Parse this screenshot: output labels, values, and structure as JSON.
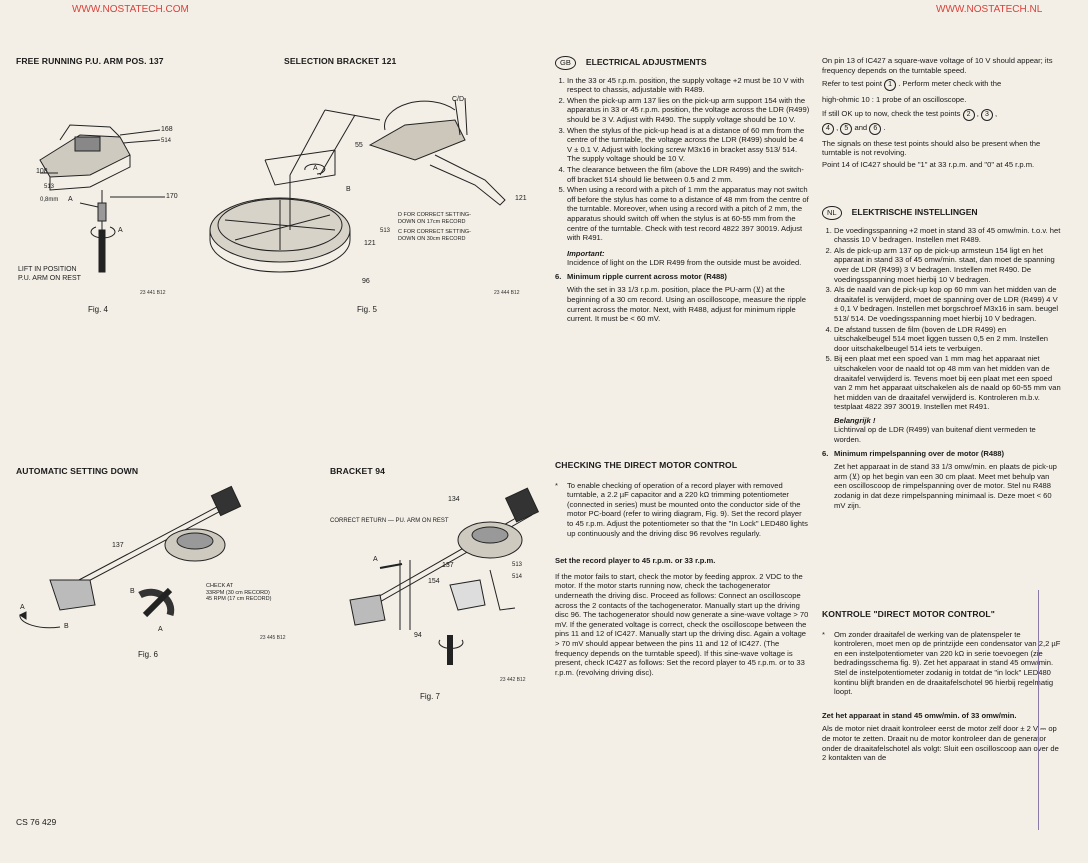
{
  "header": {
    "left_url": "WWW.NOSTATECH.COM",
    "right_url": "WWW.NOSTATECH.NL"
  },
  "figures": {
    "fig4": {
      "title": "FREE RUNNING P.U. ARM POS. 137",
      "caption": "Fig. 4",
      "code": "23 441 B12",
      "labels": {
        "l168": "168",
        "l514": "514",
        "l108": "108",
        "l513": "513",
        "l08": "0,8mm",
        "lA1": "A",
        "l170": "170",
        "lA2": "A"
      },
      "lift": [
        "LIFT IN POSITION",
        "P.U. ARM ON REST"
      ]
    },
    "fig5": {
      "title": "SELECTION BRACKET 121",
      "caption": "Fig. 5",
      "code": "23 444 B12",
      "labels": {
        "cd": "C/D",
        "l55": "55",
        "l513": "513",
        "l121a": "121",
        "l121b": "121",
        "l96": "96",
        "lA": "A",
        "lB": "B"
      },
      "notes": [
        "D FOR CORRECT SETTING-",
        "DOWN ON 17cm RECORD",
        "C FOR CORRECT SETTING-",
        "DOWN ON 30cm RECORD"
      ]
    },
    "fig6": {
      "title": "AUTOMATIC SETTING DOWN",
      "caption": "Fig. 6",
      "code": "23 445 B12",
      "labels": {
        "l137": "137",
        "lA1": "A",
        "lA2": "A",
        "lB1": "B",
        "lB2": "B"
      },
      "check": [
        "CHECK AT",
        "33RPM (30 cm RECORD)",
        "45 RPM (17 cm RECORD)"
      ]
    },
    "fig7": {
      "title": "BRACKET 94",
      "caption": "Fig. 7",
      "code": "23 442 B12",
      "correct": "CORRECT RETURN — PU. ARM ON REST",
      "labels": {
        "l134": "134",
        "l137": "137",
        "l154": "154",
        "l513": "513",
        "l514": "514",
        "l94": "94",
        "lA": "A"
      }
    }
  },
  "footer": {
    "code": "CS 76 429"
  },
  "gb": {
    "badge": "GB",
    "title": "ELECTRICAL ADJUSTMENTS",
    "items": [
      "In the 33 or 45 r.p.m. position, the supply voltage +2 must be 10 V with respect to chassis, adjustable with R489.",
      "When the pick-up arm 137 lies on the pick-up arm support 154 with the apparatus in 33 or 45 r.p.m. position, the voltage across the LDR (R499) should be 3 V. Adjust with R490. The supply voltage should be 10 V.",
      "When the stylus of the pick-up head is at a distance of 60 mm from the centre of the turntable, the voltage across the LDR (R499) should be 4 V ± 0.1 V. Adjust with locking screw M3x16 in bracket assy 513/ 514. The supply voltage should be 10 V.",
      "The clearance between the film (above the LDR R499) and the switch-off bracket 514 should lie between 0.5 and 2 mm.",
      "When using a record with a pitch of 1 mm the apparatus may not switch off before the stylus has come to a distance of 48 mm from the centre of the turntable. Moreover, when using a record with a pitch of 2 mm, the apparatus should switch off when the stylus is at 60-55 mm from the centre of the turntable. Check with test record 4822 397 30019. Adjust with R491."
    ],
    "important_label": "Important:",
    "important_text": "Incidence of light on the LDR R499 from the outside must be avoided.",
    "item6_title": "Minimum ripple current across motor (R488)",
    "item6_text": "With the set in 33 1/3 r.p.m. position, place the PU-arm (⊻) at the beginning of a 30 cm record. Using an oscilloscope, measure the ripple current across the motor. Next, with R488, adjust for minimum ripple current. It must be < 60 mV."
  },
  "check": {
    "title": "CHECKING THE DIRECT MOTOR CONTROL",
    "bullet_text": "To enable checking of operation of a record player with removed turntable, a 2.2 µF capacitor and a 220 kΩ trimming potentiometer (connected in series) must be mounted onto the conductor side of the motor PC-board (refer to wiring diagram, Fig. 9). Set the record player to 45 r.p.m. Adjust the potentiometer so that the \"In Lock\" LED480 lights up continuously and the driving disc 96 revolves regularly.",
    "sub_title": "Set the record player to 45 r.p.m. or 33 r.p.m.",
    "sub_text": "If the motor fails to start, check the motor by feeding approx. 2 VDC to the motor. If the motor starts running now, check the tachogenerator underneath the driving disc. Proceed as follows: Connect an oscilloscope across the 2 contacts of the tachogenerator. Manually start up the driving disc 96. The tachogenerator should now generate a sine-wave voltage > 70 mV. If the generated voltage is correct, check the oscilloscope between the pins 11 and 12 of IC427. Manually start up the driving disc. Again a voltage > 70 mV should appear between the pins 11 and 12 of IC427. (The frequency depends on the turntable speed). If this sine-wave voltage is present, check IC427 as follows: Set the record player to 45 r.p.m. or to 33 r.p.m. (revolving driving disc)."
  },
  "col4": {
    "p1": "On pin 13 of IC427 a square-wave voltage of 10 V should appear; its frequency depends on the turntable speed.",
    "p2a": "Refer to test point",
    "tp1": "1",
    "p2b": ". Perform meter check with the",
    "p3": "high-ohmic 10 : 1 probe of an oscilloscope.",
    "p4a": "If still OK up to now, check the test points",
    "tp2": "2",
    "tp3": "3",
    "tp4": "4",
    "tp5": "5",
    "and": "and",
    "tp6": "6",
    "p5": "The signals on these test points should also be present when the turntable is not revolving.",
    "p6": "Point 14 of IC427 should be \"1\" at 33 r.p.m. and \"0\" at 45 r.p.m."
  },
  "nl": {
    "badge": "NL",
    "title": "ELEKTRISCHE INSTELLINGEN",
    "items": [
      "De voedingsspanning +2 moet in stand 33 of 45 omw/min. t.o.v. het chassis 10 V bedragen. Instellen met R489.",
      "Als de pick-up arm 137 op de pick-up armsteun 154 ligt en het apparaat in stand 33 of 45 omw/min. staat, dan moet de spanning over de LDR (R499) 3 V bedragen. Instellen met R490. De voedingsspanning moet hierbij 10 V bedragen.",
      "Als de naald van de pick-up kop op 60 mm van het midden van de draaitafel is verwijderd, moet de spanning over de LDR (R499) 4 V ± 0,1 V bedragen. Instellen met borgschroef M3x16 in sam. beugel 513/ 514. De voedingsspanning moet hierbij 10 V bedragen.",
      "De afstand tussen de film (boven de LDR R499) en uitschakelbeugel 514 moet liggen tussen 0,5 en 2 mm. Instellen door uitschakelbeugel 514 iets te verbuigen.",
      "Bij een plaat met een spoed van 1 mm mag het apparaat niet uitschakelen voor de naald tot op 48 mm van het midden van de draaitafel verwijderd is. Tevens moet bij een plaat met een spoed van 2 mm het apparaat uitschakelen als de naald op 60-55 mm van het midden van de draaitafel verwijderd is. Kontroleren m.b.v. testplaat 4822 397 30019. Instellen met R491."
    ],
    "important_label": "Belangrijk !",
    "important_text": "Lichtinval op de LDR (R499) van buitenaf dient vermeden te worden.",
    "item6_title": "Minimum rimpelspanning over de motor (R488)",
    "item6_text": "Zet het apparaat in de stand 33 1/3 omw/min. en plaats de pick-up arm (⊻) op het begin van een 30 cm plaat. Meet met behulp van een oscilloscoop de rimpelspanning over de motor. Stel nu R488 zodanig in dat deze rimpelspanning minimaal is. Deze moet < 60 mV zijn."
  },
  "kontrole": {
    "title": "KONTROLE \"DIRECT MOTOR CONTROL\"",
    "bullet_text": "Om zonder draaitafel de werking van de platenspeler te kontroleren, moet men op de printzijde een condensator van 2,2 µF en een instelpotentiometer van 220 kΩ in serie toevoegen (zie bedradingsschema fig. 9). Zet het apparaat in stand 45 omw/min. Stel de instelpotentiometer zodanig in totdat de \"in lock\" LED480 kontinu blijft branden en de draaitafelschotel 96 hierbij regelmatig loopt.",
    "sub_title": "Zet het apparaat in stand 45 omw/min. of 33 omw/min.",
    "sub_text": "Als de motor niet draait kontroleer eerst de motor zelf door ± 2 V ⎓ op de motor te zetten. Draait nu de motor kontroleer dan de generator onder de draaitafelschotel als volgt: Sluit een oscilloscoop aan over de 2 kontakten van de"
  }
}
